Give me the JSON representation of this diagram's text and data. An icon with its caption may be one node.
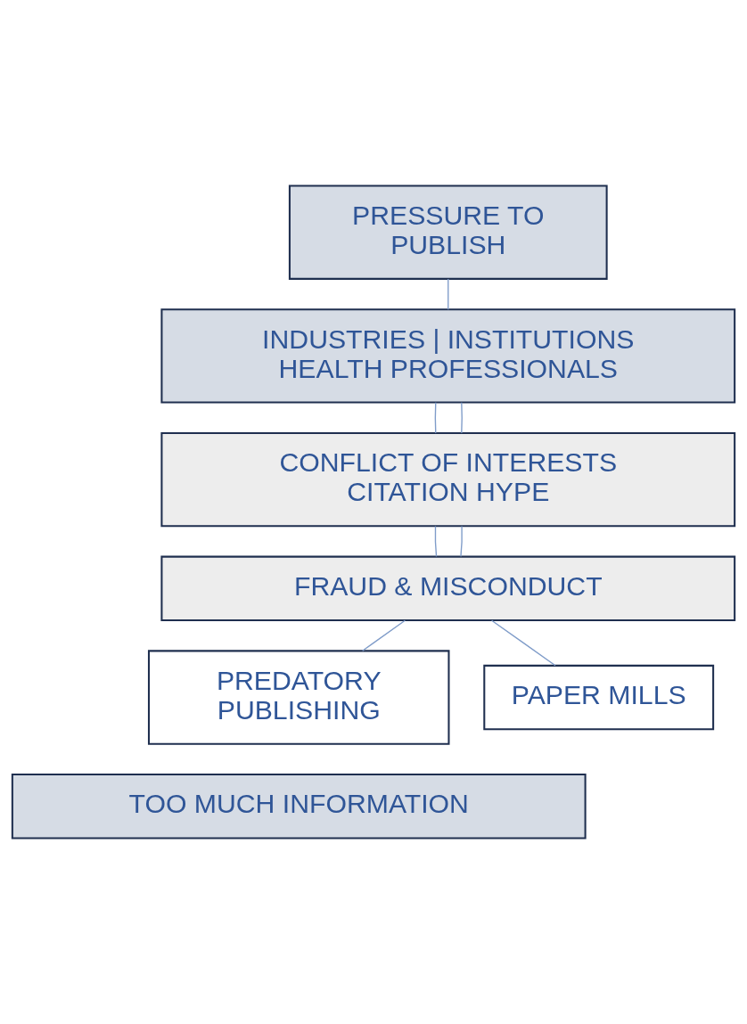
{
  "diagram": {
    "nodes": [
      {
        "text": [
          "PRESSURE TO PUBLISH"
        ]
      },
      {
        "text": [
          "INDUSTRIES | INSTITUTIONS HEALTH PROFESSIONALS"
        ]
      },
      {
        "text": [
          "CONFLICT OF INTERESTS CITATION HYPE"
        ]
      },
      {
        "text": [
          "FRAUD & MISCONDUCT"
        ]
      },
      {
        "text": [
          "PREDATORY PUBLISHING"
        ]
      },
      {
        "text": [
          "PAPER MILLS"
        ]
      },
      {
        "text": [
          "TOO MUCH INFORMATION"
        ]
      }
    ],
    "edges": [
      {
        "from": 0,
        "to": 1,
        "arrow": "none"
      },
      {
        "from": 1,
        "to": 2,
        "arrow": "none"
      },
      {
        "from": 1,
        "to": 2,
        "arrow": "none"
      },
      {
        "from": 2,
        "to": 3,
        "arrow": "none"
      },
      {
        "from": 2,
        "to": 3,
        "arrow": "none"
      },
      {
        "from": 3,
        "to": 4,
        "arrow": "none"
      },
      {
        "from": 3,
        "to": 5,
        "arrow": "none"
      }
    ]
  }
}
